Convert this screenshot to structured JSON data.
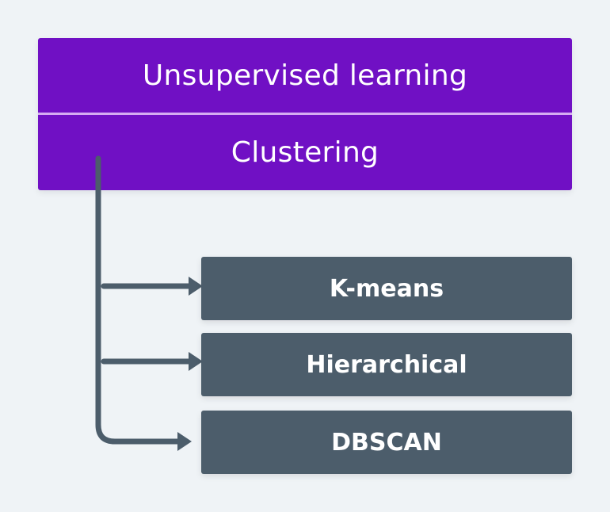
{
  "header": {
    "title": "Unsupervised learning",
    "subtitle": "Clustering"
  },
  "methods": [
    {
      "label": "K-means"
    },
    {
      "label": "Hierarchical"
    },
    {
      "label": "DBSCAN"
    }
  ],
  "colors": {
    "background": "#eff3f6",
    "header_fill": "#7010c4",
    "header_divider": "#d6acf2",
    "method_fill": "#4c5d6b",
    "connector": "#4c5d6b",
    "text": "#ffffff"
  }
}
